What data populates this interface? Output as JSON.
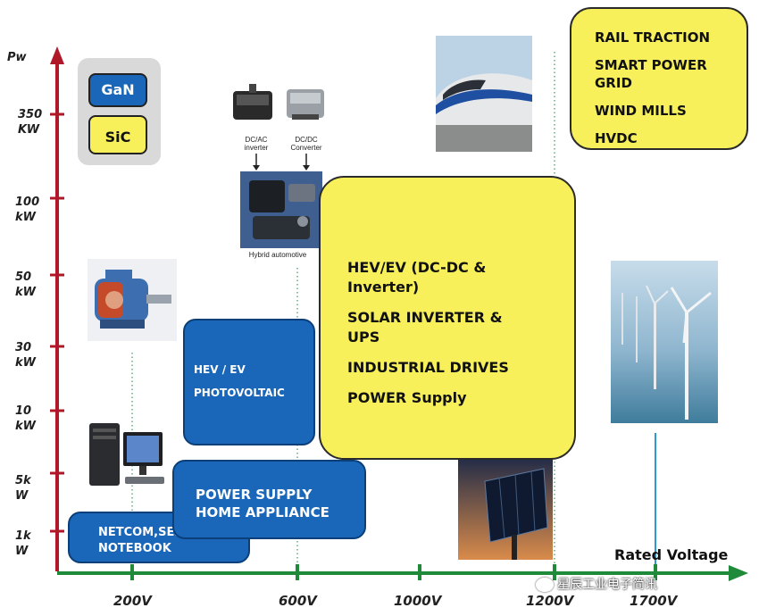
{
  "y_axis": {
    "title": "Pw",
    "ticks": [
      {
        "value": "350",
        "unit": "KW"
      },
      {
        "value": "100",
        "unit": "kW"
      },
      {
        "value": "50",
        "unit": "kW"
      },
      {
        "value": "30",
        "unit": "kW"
      },
      {
        "value": "10",
        "unit": "kW"
      },
      {
        "value": "5k",
        "unit": "W"
      },
      {
        "value": "1k",
        "unit": "W"
      }
    ]
  },
  "x_axis": {
    "title": "Rated Voltage",
    "ticks": [
      "200V",
      "600V",
      "1000V",
      "1200V",
      "1700V"
    ]
  },
  "legend": {
    "gan": "GaN",
    "sic": "SiC"
  },
  "blue_boxes": {
    "netcom": [
      "NETCOM,SERVER",
      "NOTEBOOK"
    ],
    "power_supply": [
      "POWER SUPPLY",
      "HOME APPLIANCE"
    ],
    "hev_pv": [
      "HEV / EV",
      "PHOTOVOLTAIC"
    ]
  },
  "yellow_boxes": {
    "center": [
      "HEV/EV (DC-DC &",
      "Inverter)",
      "SOLAR INVERTER &",
      "UPS",
      "INDUSTRIAL DRIVES",
      "POWER Supply"
    ],
    "top_right": [
      "RAIL TRACTION",
      "SMART POWER",
      "GRID",
      "WIND MILLS",
      "HVDC"
    ]
  },
  "hybrid_image": {
    "dcac": [
      "DC/AC",
      "inverter"
    ],
    "dcdc": [
      "DC/DC",
      "Converter"
    ],
    "caption": "Hybrid automotive"
  },
  "watermark": "星辰工业电子简讯",
  "colors": {
    "axis_red": "#b0182a",
    "axis_green": "#1e8a3a",
    "blue_box": "#1a66b8",
    "yellow_box": "#f7f05a",
    "sic_yellow": "#f7f05a",
    "gan_blue": "#1a66b8",
    "guide_green": "#3a9a5a"
  }
}
